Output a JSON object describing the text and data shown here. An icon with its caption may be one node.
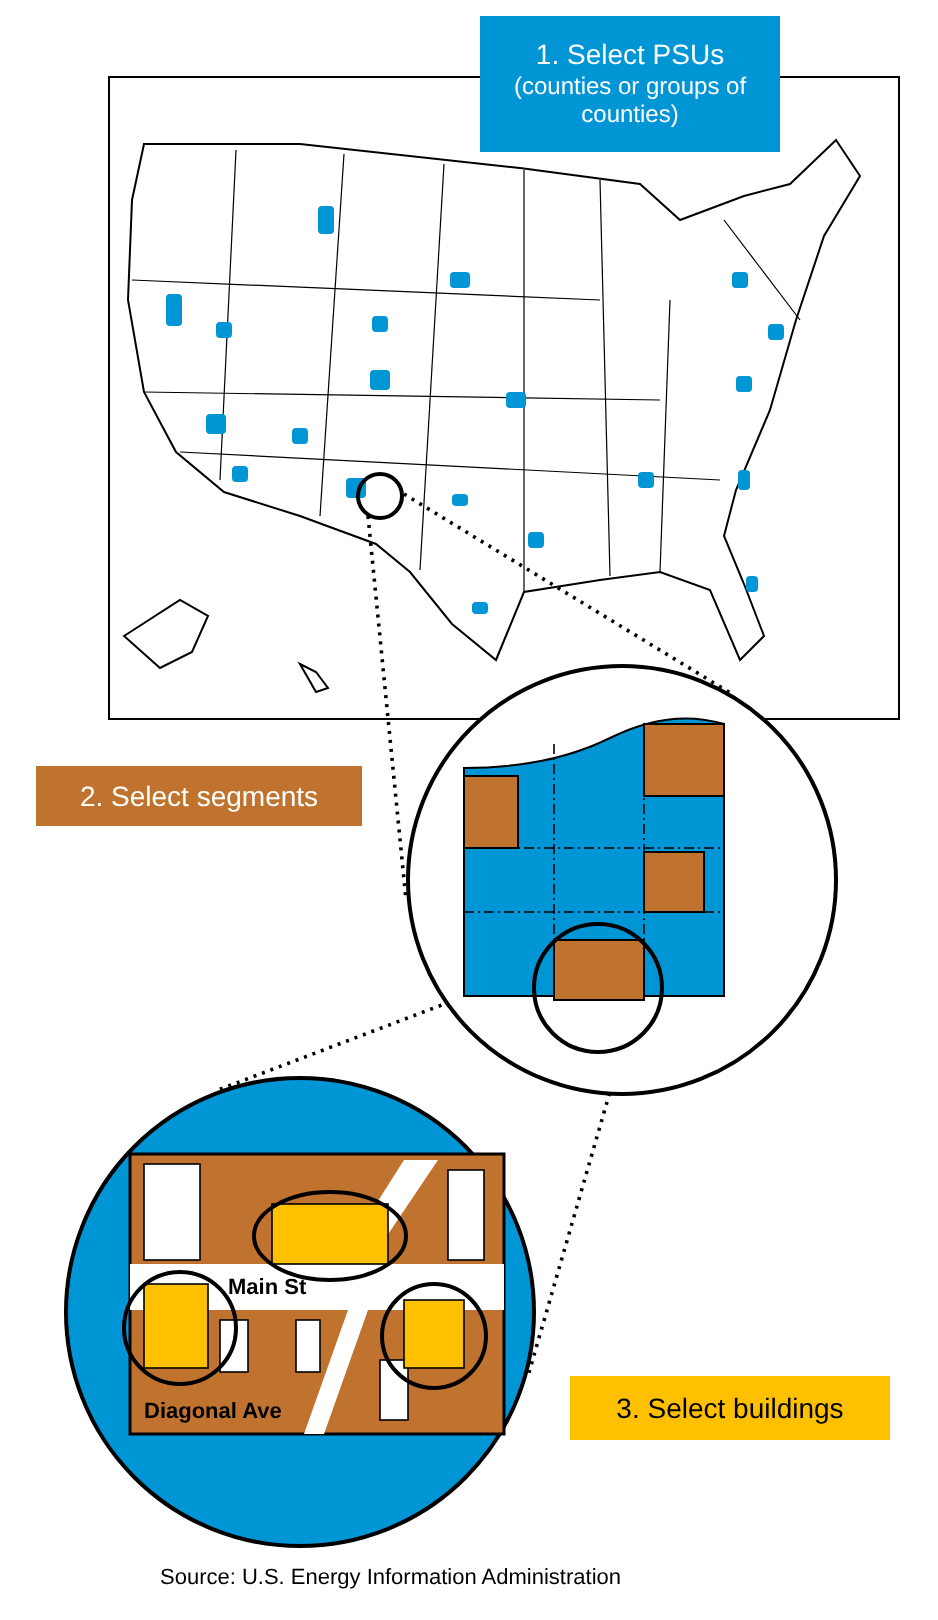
{
  "diagram": {
    "caption": "Source: U.S. Energy Information Administration",
    "nodes": [
      {
        "text": [
          "1. Select PSUs",
          "(counties or groups of counties)"
        ]
      },
      {
        "text": [],
        "shape": "circle"
      },
      {
        "text": [
          "2. Select segments"
        ]
      },
      {
        "text": [],
        "shape": "circle"
      },
      {
        "text": [],
        "shape": "circle",
        "in": 3
      },
      {
        "text": [
          "3. Select buildings"
        ]
      },
      {
        "text": [],
        "shape": "circle"
      }
    ],
    "edges": [
      {
        "from": 1,
        "to": 3,
        "arrow": "none",
        "style": "dashed"
      },
      {
        "from": 1,
        "to": 3,
        "arrow": "none",
        "style": "dashed"
      },
      {
        "from": 4,
        "to": 6,
        "arrow": "none",
        "style": "dashed"
      },
      {
        "from": 4,
        "to": 6,
        "arrow": "none",
        "style": "dashed"
      }
    ],
    "labels": [
      "Main St",
      "Diagonal Ave"
    ]
  }
}
